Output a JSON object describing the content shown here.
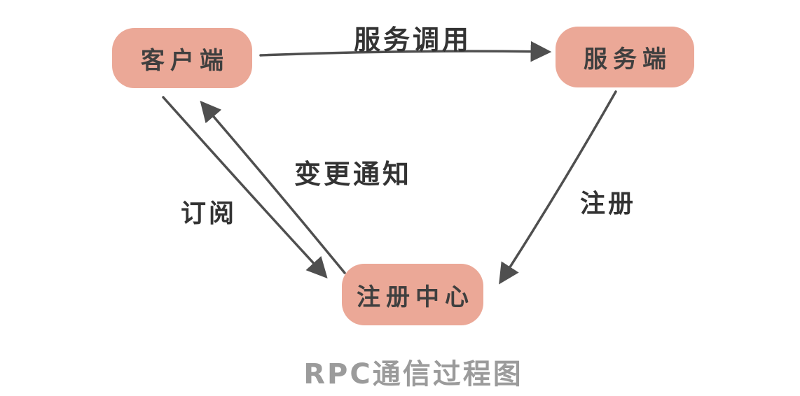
{
  "title": "RPC通信过程图",
  "colors": {
    "node_fill": "#eba897",
    "node_text": "#3f3f3f",
    "arrow": "#4f4f4f",
    "label_text": "#333333",
    "title_text": "#9b9b9b",
    "bg": "#ffffff"
  },
  "nodes": [
    {
      "id": "client",
      "label": "客户端"
    },
    {
      "id": "server",
      "label": "服务端"
    },
    {
      "id": "registry",
      "label": "注册中心"
    }
  ],
  "edges": [
    {
      "id": "service-call",
      "label": "服务调用",
      "from": "client",
      "to": "server"
    },
    {
      "id": "register",
      "label": "注册",
      "from": "server",
      "to": "registry"
    },
    {
      "id": "subscribe",
      "label": "订阅",
      "from": "client",
      "to": "registry"
    },
    {
      "id": "change-notify",
      "label": "变更通知",
      "from": "registry",
      "to": "client"
    }
  ]
}
